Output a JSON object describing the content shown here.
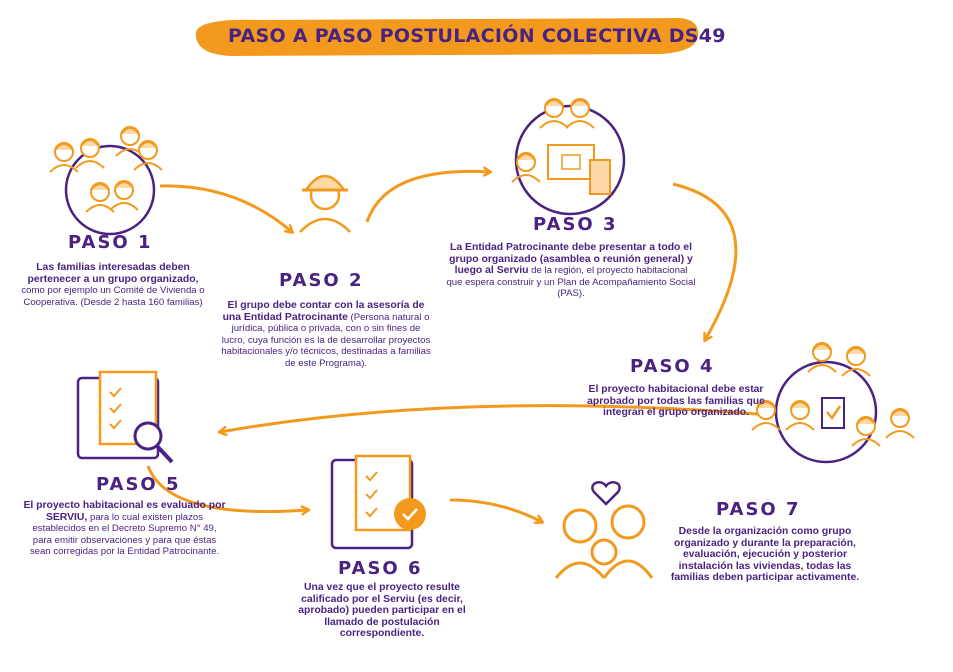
{
  "title": "PASO A PASO POSTULACIÓN COLECTIVA DS49",
  "colors": {
    "orange": "#f39a1e",
    "purple": "#4a2382",
    "text": "#4a2382",
    "background": "#ffffff"
  },
  "steps": [
    {
      "label": "PASO 1",
      "bold": "Las familias interesadas deben pertenecer a un grupo organizado,",
      "rest": " como por ejemplo un Comité de Vivienda o Cooperativa. (Desde 2 hasta 160 familias)",
      "icon": "families-icon"
    },
    {
      "label": "PASO 2",
      "bold": "El grupo debe contar con la asesoría de una Entidad Patrocinante",
      "rest": " (Persona natural o jurídica, pública o privada, con o sin fines de lucro, cuya función es la de desarrollar proyectos habitacionales y/o técnicos, destinadas a familias de este Programa).",
      "icon": "engineer-icon"
    },
    {
      "label": "PASO 3",
      "bold": "La Entidad Patrocinante debe presentar a todo el grupo organizado (asamblea o reunión general) y luego al Serviu",
      "rest": " de la región, el proyecto habitacional que espera construir y un Plan de Acompañamiento Social (PAS).",
      "icon": "presentation-icon"
    },
    {
      "label": "PASO 4",
      "bold": "El proyecto habitacional debe estar aprobado por todas las familias que integran el grupo organizado.",
      "rest": "",
      "icon": "approval-families-icon"
    },
    {
      "label": "PASO 5",
      "bold": "El proyecto habitacional es evaluado por SERVIU,",
      "rest": " para lo cual existen plazos establecidos en el Decreto Supremo N° 49, para emitir observaciones y para que éstas sean corregidas por la Entidad Patrocinante.",
      "icon": "checklist-search-icon"
    },
    {
      "label": "PASO 6",
      "bold": "Una vez que el proyecto resulte calificado por el Serviu (es decir, aprobado) pueden participar en el llamado de postulación correspondiente.",
      "rest": "",
      "icon": "certified-checklist-icon"
    },
    {
      "label": "PASO 7",
      "bold": "Desde la organización como grupo organizado y durante la preparación, evaluación, ejecución y posterior instalación las viviendas, todas las familias deben participar activamente.",
      "rest": "",
      "icon": "family-heart-icon"
    }
  ]
}
